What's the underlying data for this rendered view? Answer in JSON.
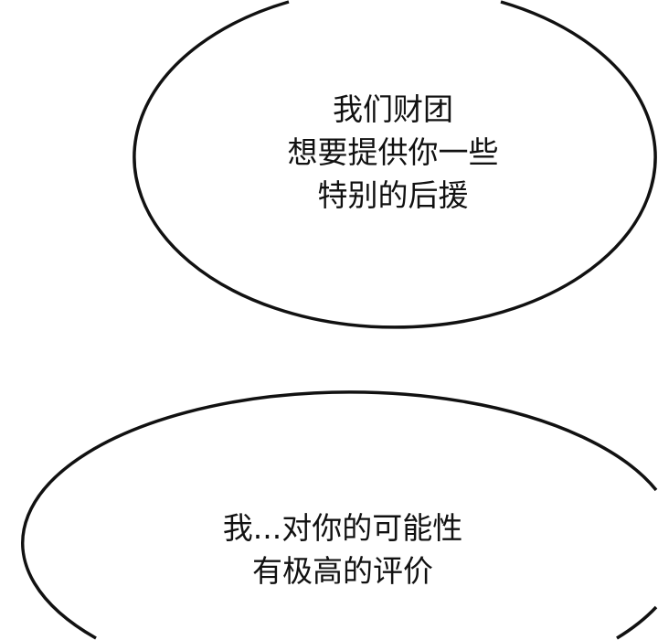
{
  "bubbles": [
    {
      "lines": [
        "我们财团",
        "想要提供你一些",
        "特别的后援"
      ]
    },
    {
      "lines": [
        "我...对你的可能性",
        "有极高的评价"
      ]
    }
  ],
  "colors": {
    "background": "#ffffff",
    "outline": "#111111",
    "text": "#111111"
  }
}
